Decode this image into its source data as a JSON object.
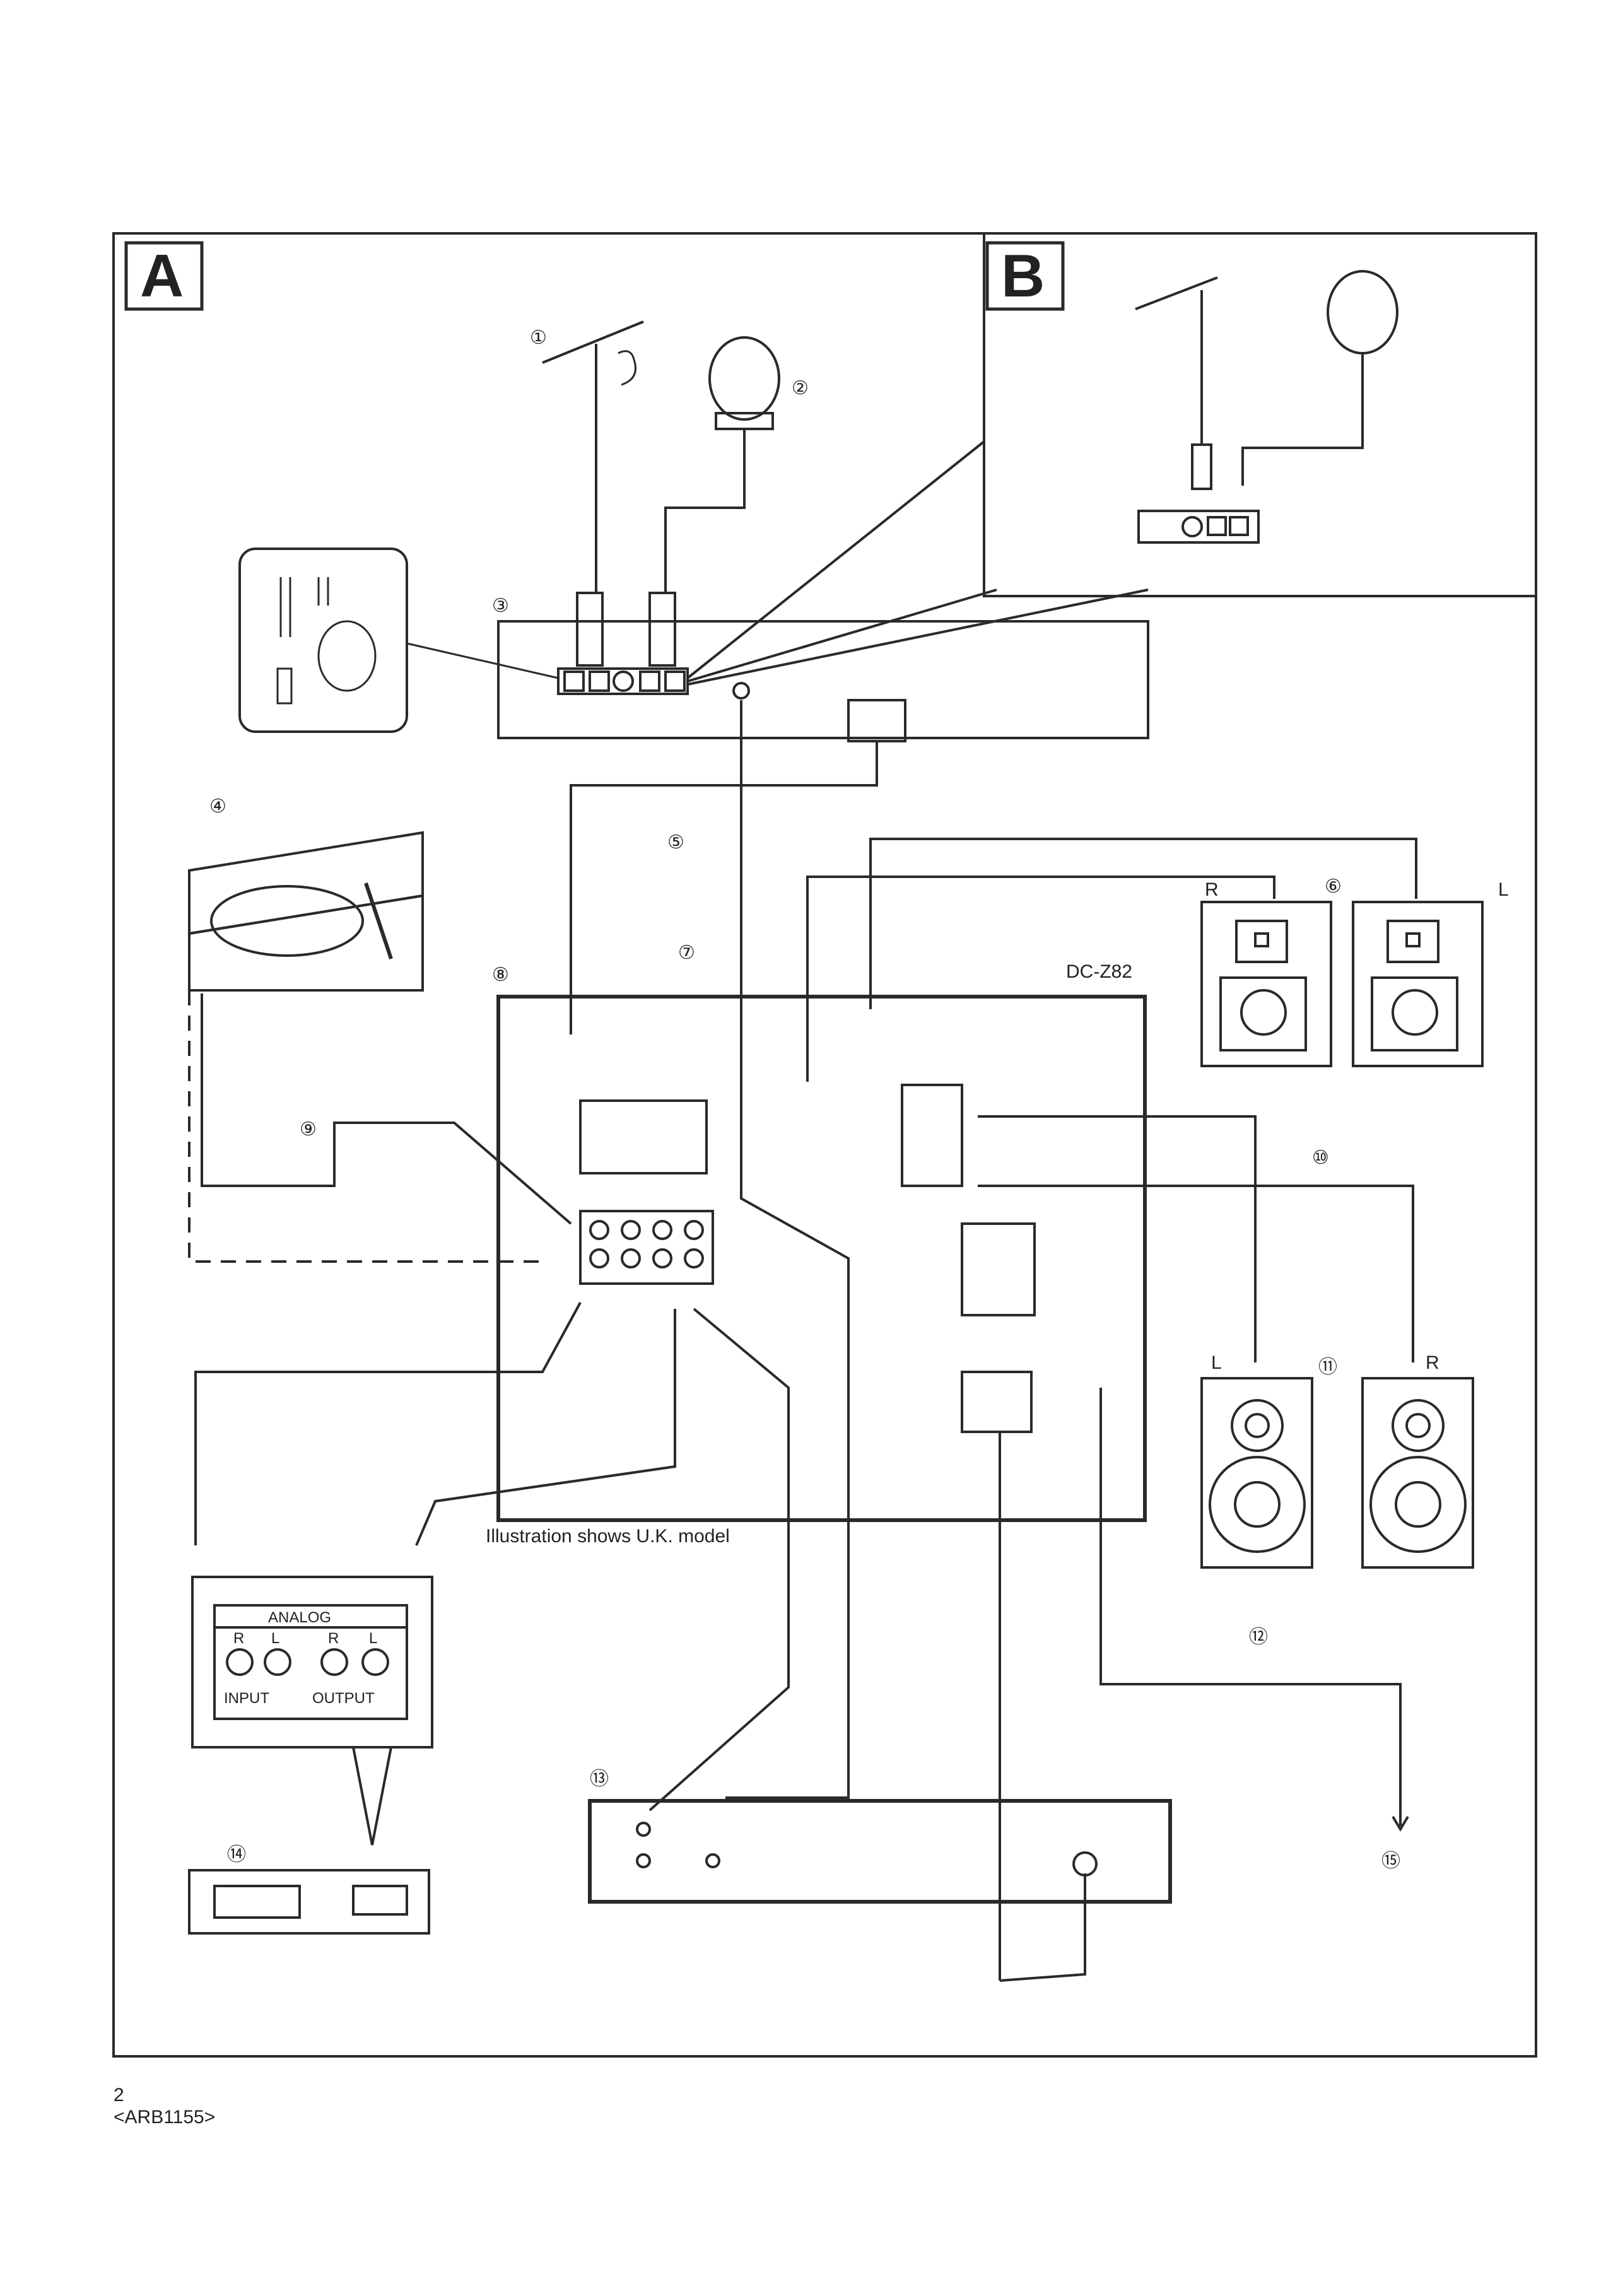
{
  "panels": {
    "a": "A",
    "b": "B"
  },
  "callouts": {
    "c1": "①",
    "c2": "②",
    "c3": "③",
    "c4": "④",
    "c5": "⑤",
    "c6": "⑥",
    "c7": "⑦",
    "c8": "⑧",
    "c9": "⑨",
    "c10": "⑩",
    "c11": "⑪",
    "c12": "⑫",
    "c13": "⑬",
    "c14": "⑭",
    "c15": "⑮"
  },
  "labels": {
    "model": "DC-Z82",
    "speaker_top_r": "R",
    "speaker_top_l": "L",
    "speaker_bottom_l": "L",
    "speaker_bottom_r": "R",
    "caption": "Illustration shows U.K. model",
    "analog": "ANALOG",
    "jack_r1": "R",
    "jack_l1": "L",
    "jack_r2": "R",
    "jack_l2": "L",
    "input": "INPUT",
    "output": "OUTPUT"
  },
  "footer": {
    "page_number": "2",
    "doc_code": "<ARB1155>"
  },
  "colors": {
    "line": "#2a2a2a",
    "background": "#ffffff"
  }
}
